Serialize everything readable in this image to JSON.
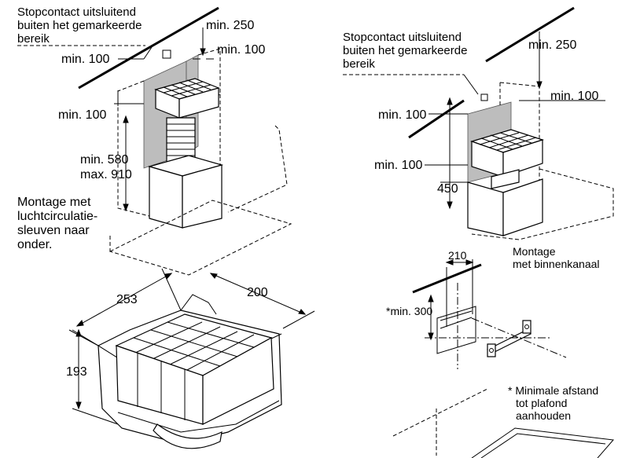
{
  "top_left": {
    "socket_note": [
      "Stopcontact uitsluitend",
      "buiten het gemarkeerde",
      "bereik"
    ],
    "dim_250": "min. 250",
    "dim_100_right": "min. 100",
    "dim_100_left": "min. 100",
    "dim_100_mid": "min. 100",
    "dim_580": "min. 580",
    "dim_910": "max. 910",
    "mounting_note": [
      "Montage met",
      "luchtcirculatie-",
      "sleuven naar",
      "onder."
    ]
  },
  "top_right": {
    "socket_note": [
      "Stopcontact uitsluitend",
      "buiten het gemarkeerde",
      "bereik"
    ],
    "dim_250": "min. 250",
    "dim_100_right": "min. 100",
    "dim_100_upper": "min. 100",
    "dim_100_lower": "min. 100",
    "dim_450": "450"
  },
  "filter_box": {
    "dim_253": "253",
    "dim_200": "200",
    "dim_193": "193"
  },
  "bottom_right": {
    "mounting_note": [
      "Montage",
      "met binnenkanaal"
    ],
    "dim_210": "210",
    "dim_300": "*min. 300",
    "footnote": [
      "* Minimale afstand",
      "tot plafond",
      "aanhouden"
    ]
  }
}
